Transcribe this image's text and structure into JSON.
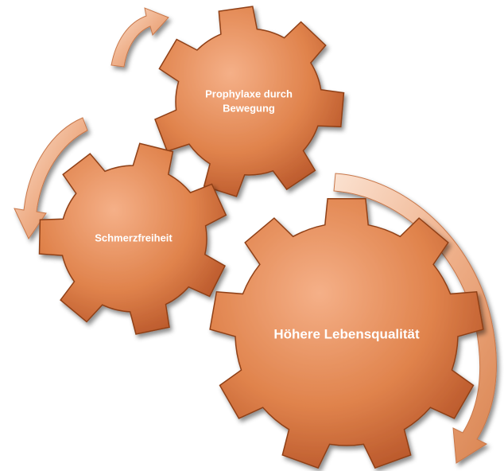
{
  "gears": [
    {
      "id": "prophylaxe",
      "label_lines": [
        "Prophylaxe durch",
        "Bewegung"
      ]
    },
    {
      "id": "schmerzfreiheit",
      "label_lines": [
        "Schmerzfreiheit"
      ]
    },
    {
      "id": "lebensqualitaet",
      "label_lines": [
        "Höhere Lebensqualität"
      ]
    }
  ],
  "colors": {
    "gear_fill_light": "#F0A274",
    "gear_fill_dark": "#C8612E",
    "gear_stroke": "#8F3F17",
    "arrow_light": "#F9D6BF",
    "arrow_dark": "#D9834F",
    "label_text": "#FFFFFF"
  },
  "icons": [
    "gear-icon",
    "curved-arrow-icon"
  ]
}
